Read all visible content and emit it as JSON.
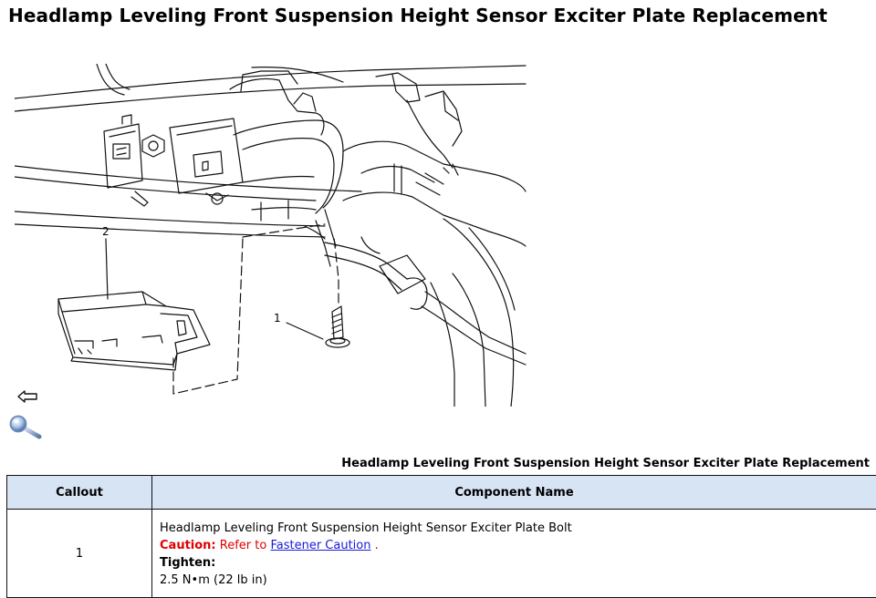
{
  "page": {
    "title": "Headlamp Leveling Front Suspension Height Sensor Exciter Plate Replacement"
  },
  "illustration": {
    "callout_1": "1",
    "callout_2": "2",
    "back_icon": "left-arrow-icon",
    "zoom_icon": "magnifier-icon"
  },
  "table": {
    "caption": "Headlamp Leveling Front Suspension Height Sensor Exciter Plate Replacement",
    "headers": [
      "Callout",
      "Component Name"
    ],
    "rows": [
      {
        "callout": "1",
        "component": "Headlamp Leveling Front Suspension Height Sensor Exciter Plate Bolt",
        "caution_label": "Caution:",
        "caution_text": "Refer to",
        "caution_link": "Fastener Caution",
        "caution_end": ".",
        "tighten_label": "Tighten:",
        "torque": "2.5 N•m (22 lb in)"
      }
    ]
  },
  "colors": {
    "header_bg": "#d6e4f3",
    "caution": "#e00000",
    "link": "#1a1ad8"
  }
}
